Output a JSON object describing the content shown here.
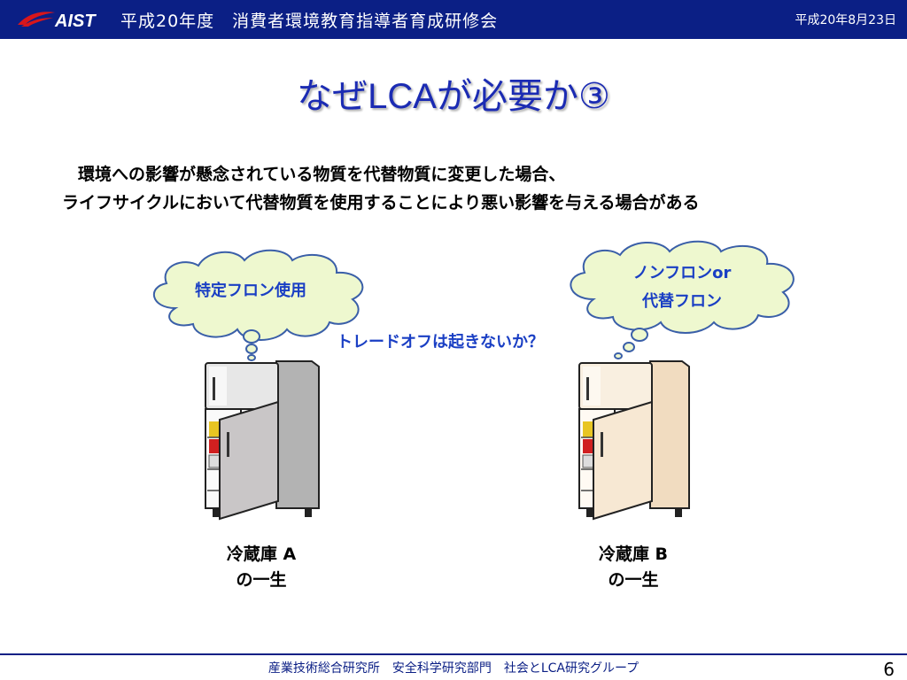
{
  "header": {
    "logo_text": "AIST",
    "title": "平成20年度　消費者環境教育指導者育成研修会",
    "date": "平成20年8月23日"
  },
  "slide": {
    "title": "なぜLCAが必要か③",
    "body_line1": "環境への影響が懸念されている物質を代替物質に変更した場合、",
    "body_line2": "ライフサイクルにおいて代替物質を使用することにより悪い影響を与える場合がある",
    "tradeoff_text": "トレードオフは起きないか？"
  },
  "fridge_a": {
    "cloud_text": "特定フロン使用",
    "label_line1": "冷蔵庫 A",
    "label_line2": "の一生",
    "body_color": "#c9c6c7",
    "side_color": "#b3b3b3"
  },
  "fridge_b": {
    "cloud_line1": "ノンフロンor",
    "cloud_line2": "代替フロン",
    "label_line1": "冷蔵庫 B",
    "label_line2": "の一生",
    "body_color": "#f7e8d3",
    "side_color": "#f1dcc0"
  },
  "colors": {
    "header_bg": "#0b1f85",
    "title": "#1b2bb3",
    "accent_text": "#1a3fc4",
    "cloud_fill": "#eef8cf",
    "cloud_stroke": "#3a5fa8"
  },
  "footer": {
    "organization": "産業技術総合研究所　安全科学研究部門　社会とLCA研究グループ",
    "page_number": "6"
  }
}
